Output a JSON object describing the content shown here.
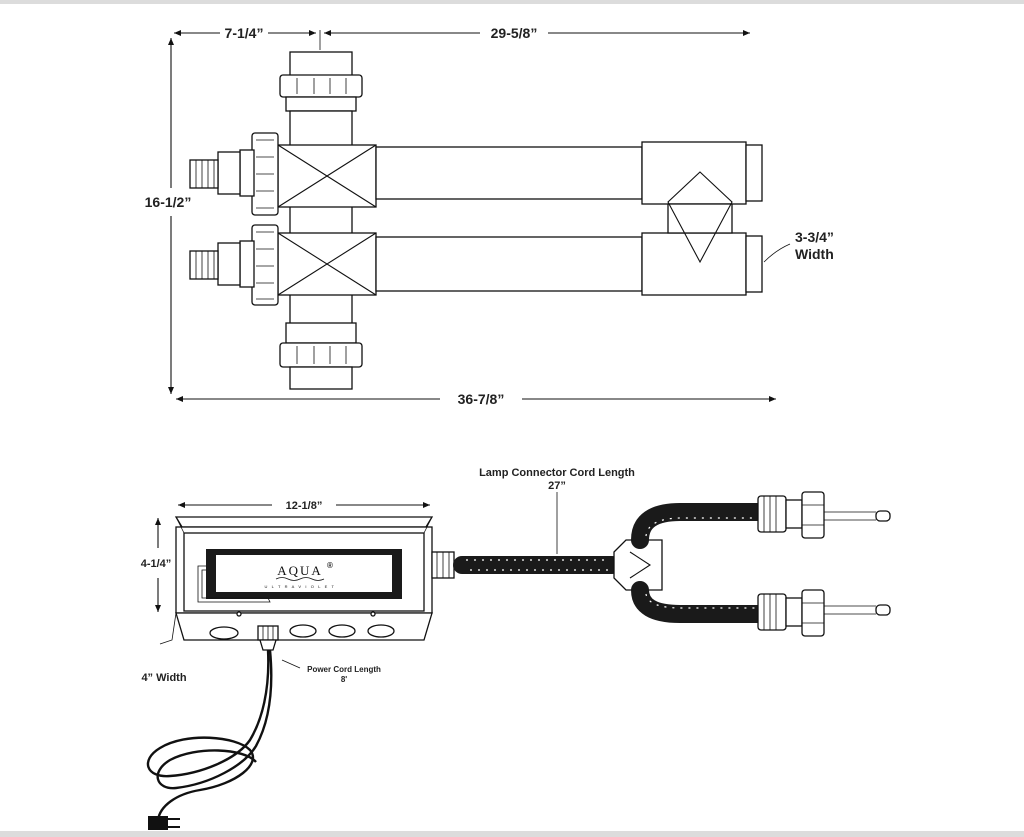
{
  "dimensions": {
    "top_left_width": "7-1/4”",
    "top_length": "29-5/8”",
    "overall_height": "16-1/2”",
    "chamber_width_value": "3-3/4”",
    "chamber_width_word": "Width",
    "overall_length": "36-7/8”"
  },
  "control_box": {
    "length": "12-1/8”",
    "height": "4-1/4”",
    "width": "4” Width",
    "logo_main": "AQUA",
    "logo_registered": "®",
    "logo_sub": "U L T R A V I O L E T"
  },
  "cords": {
    "lamp_cord_title": "Lamp Connector Cord Length",
    "lamp_cord_value": "27”",
    "power_cord_title": "Power Cord Length",
    "power_cord_value": "8'"
  },
  "colors": {
    "line": "#111111",
    "frame": "#dcdcdc"
  }
}
